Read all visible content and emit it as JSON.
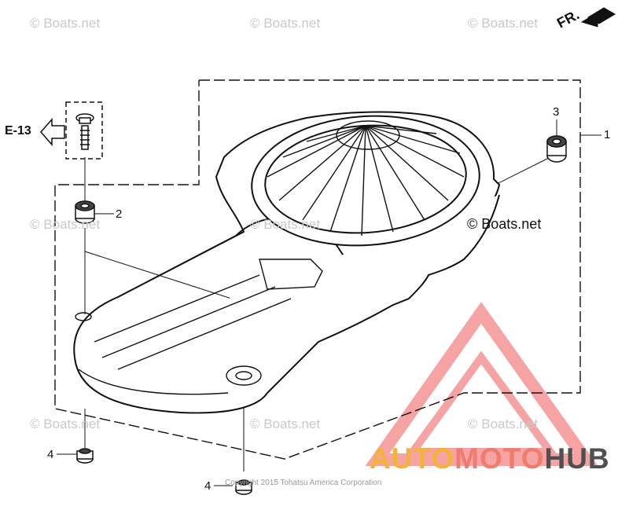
{
  "watermarks": [
    "© Boats.net",
    "© Boats.net",
    "© Boats.net",
    "© Boats.net",
    "© Boats.net",
    "© Boats.net",
    "© Boats.net",
    "© Boats.net"
  ],
  "main_credit": "© Boats.net",
  "reference_code": "E-13",
  "direction_label": "FR.",
  "callouts": {
    "c1": "1",
    "c2": "2",
    "c3": "3",
    "c4a": "4",
    "c4b": "4"
  },
  "copyright": "Copyright 2015 Tohatsu America Corporation",
  "logo": {
    "part1": "AUTO",
    "part2": "MOTO",
    "part3": "HUB"
  }
}
